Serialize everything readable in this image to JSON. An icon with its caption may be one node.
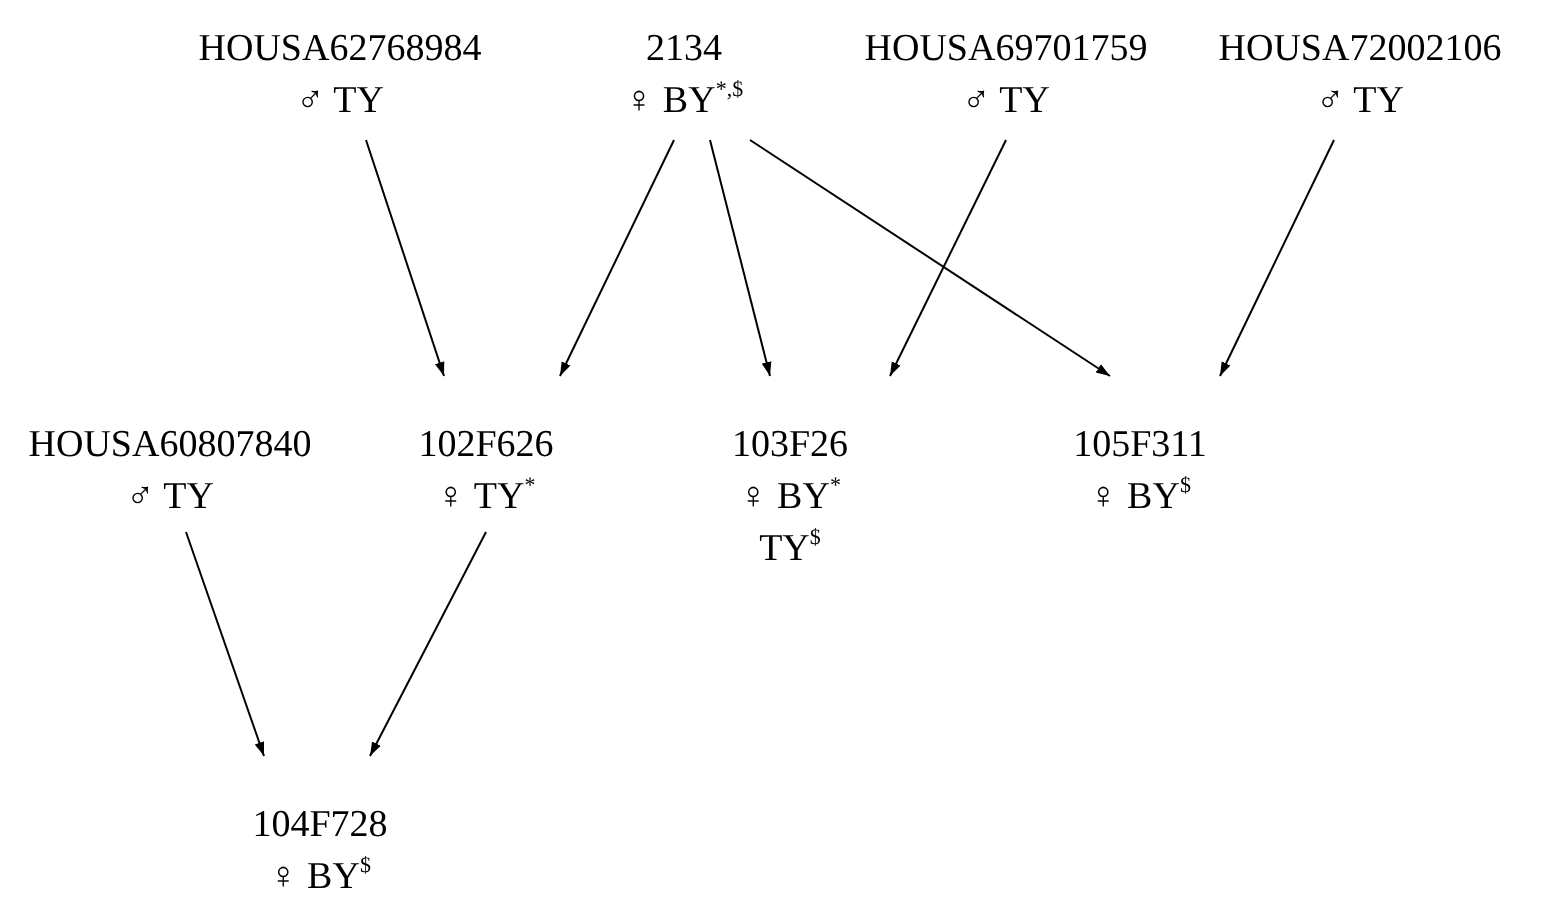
{
  "diagram": {
    "nodes": [
      {
        "text": [
          "HOUSA62768984",
          "♂ TY"
        ]
      },
      {
        "text": [
          "2134",
          "♀ BY$^{*,$}$"
        ]
      },
      {
        "text": [
          "HOUSA69701759",
          "♂ TY"
        ]
      },
      {
        "text": [
          "HOUSA72002106",
          "♂ TY"
        ]
      },
      {
        "text": [
          "HOUSA60807840",
          "♂ TY"
        ]
      },
      {
        "text": [
          "102F626",
          "♀ TY$^{*}$"
        ]
      },
      {
        "text": [
          "103F26",
          "♀ BY$^{*}$ TY$^{$}$"
        ]
      },
      {
        "text": [
          "105F311",
          "♀ BY$^{$}$"
        ]
      },
      {
        "text": [
          "104F728",
          "♀ BY$^{$}$"
        ]
      }
    ],
    "edges": [
      {
        "from": 0,
        "to": 5,
        "arrow": "to"
      },
      {
        "from": 1,
        "to": 5,
        "arrow": "to"
      },
      {
        "from": 1,
        "to": 6,
        "arrow": "to"
      },
      {
        "from": 1,
        "to": 7,
        "arrow": "to"
      },
      {
        "from": 2,
        "to": 6,
        "arrow": "to"
      },
      {
        "from": 3,
        "to": 7,
        "arrow": "to"
      },
      {
        "from": 4,
        "to": 8,
        "arrow": "to"
      },
      {
        "from": 5,
        "to": 8,
        "arrow": "to"
      }
    ]
  }
}
